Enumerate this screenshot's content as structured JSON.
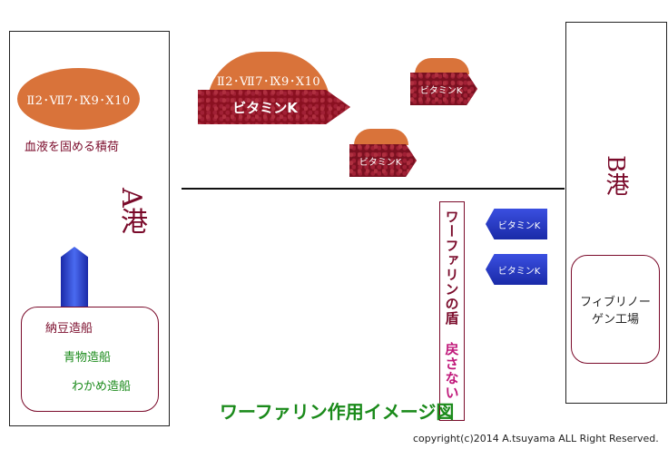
{
  "port_a": {
    "name": "A港",
    "cargo_label": "Ⅱ2･Ⅶ7･Ⅸ9･Ⅹ10",
    "cargo_caption": "血液を固める積荷"
  },
  "shipyards": [
    "納豆造船",
    "青物造船",
    "わかめ造船"
  ],
  "shipyard_colors": [
    "#7a0a2a",
    "#1a8a1a",
    "#1a8a1a"
  ],
  "port_b": {
    "name": "B港",
    "factory": "フィブリノーゲン工場"
  },
  "main_ship": {
    "cargo": "Ⅱ2･Ⅶ7･Ⅸ9･Ⅹ10",
    "label": "ビタミンK"
  },
  "small_ship_label": "ビタミンK",
  "shield": {
    "title": "ワーファリンの盾",
    "subtitle": "戻さない"
  },
  "diagram_title": "ワーファリン作用イメージ図",
  "copyright": "copyright(c)2014 A.tsuyama ALL Right Reserved.",
  "colors": {
    "maroon": "#7a0a2a",
    "cargo": "#d9733a",
    "green": "#1a8a1a",
    "magenta": "#c0187a",
    "blue": "#2233c0"
  }
}
